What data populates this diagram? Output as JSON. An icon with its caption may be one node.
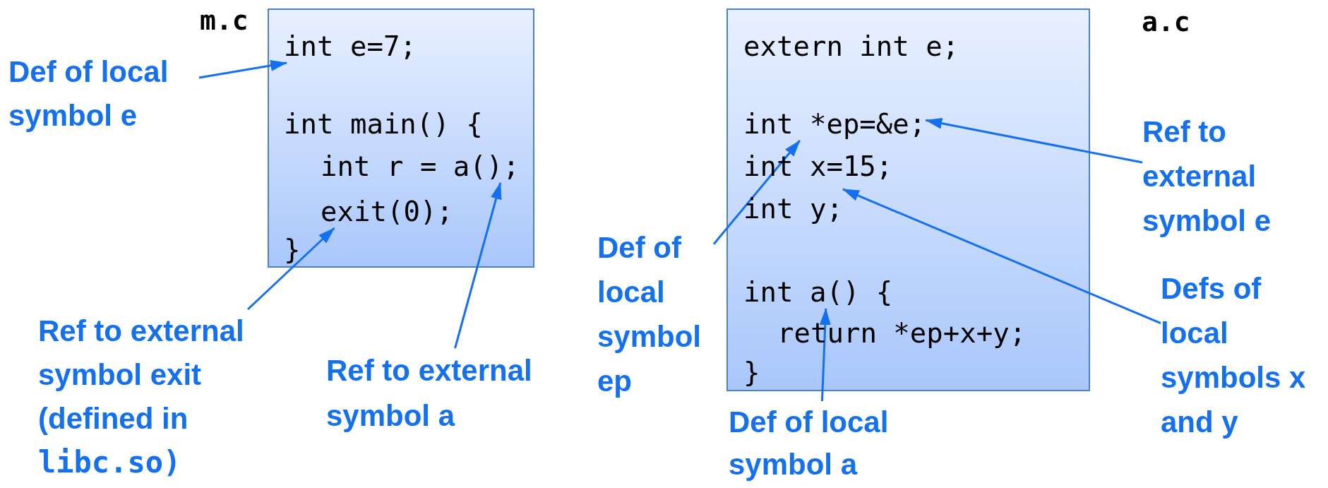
{
  "diagram": {
    "nodes": [
      {
        "text": [
          "m.c"
        ]
      },
      {
        "text": [
          "int e=7;"
        ],
        "in": 0
      },
      {
        "text": [
          "int main() {"
        ],
        "in": 0
      },
      {
        "text": [
          "int r = a();"
        ],
        "in": 0
      },
      {
        "text": [
          "exit(0);"
        ],
        "in": 0
      },
      {
        "text": [
          "}"
        ],
        "in": 0
      },
      {
        "text": [
          "a.c"
        ]
      },
      {
        "text": [
          "extern int e;"
        ],
        "in": 6
      },
      {
        "text": [
          "int *ep=&e;"
        ],
        "in": 6
      },
      {
        "text": [
          "int x=15;"
        ],
        "in": 6
      },
      {
        "text": [
          "int y;"
        ],
        "in": 6
      },
      {
        "text": [
          "int a() {"
        ],
        "in": 6
      },
      {
        "text": [
          "return *ep+x+y;"
        ],
        "in": 6
      },
      {
        "text": [
          "}"
        ],
        "in": 6
      },
      {
        "text": [
          "Def of local symbol e"
        ]
      },
      {
        "text": [
          "Ref to external symbol exit (defined in",
          "libc.so)"
        ]
      },
      {
        "text": [
          "Ref to external symbol a"
        ]
      },
      {
        "text": [
          "Def of local symbol ep"
        ]
      },
      {
        "text": [
          "Def of local symbol a"
        ]
      },
      {
        "text": [
          "Ref to external symbol e"
        ]
      },
      {
        "text": [
          "Defs of local symbols x and y"
        ]
      }
    ],
    "edges": [
      {
        "from": 14,
        "to": 1,
        "arrow": "to"
      },
      {
        "from": 15,
        "to": 4,
        "arrow": "to"
      },
      {
        "from": 16,
        "to": 3,
        "arrow": "to"
      },
      {
        "from": 17,
        "to": 8,
        "arrow": "to"
      },
      {
        "from": 18,
        "to": 11,
        "arrow": "to"
      },
      {
        "from": 19,
        "to": 8,
        "arrow": "to"
      },
      {
        "from": 20,
        "to": 10,
        "arrow": "to"
      }
    ]
  }
}
